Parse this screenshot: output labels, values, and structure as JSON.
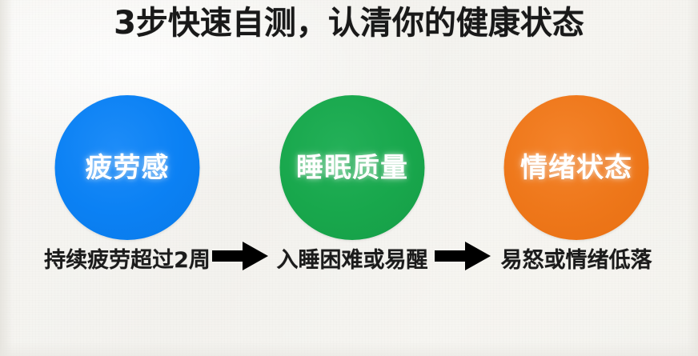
{
  "poster": {
    "title": "3步快速自测，认清你的健康状态",
    "background_color": "#f6f5f2",
    "title_color": "#191919"
  },
  "steps": [
    {
      "circle_label": "疲劳感",
      "caption": "持续疲劳超过2周",
      "color": "#0b81f4",
      "color_name": "blue"
    },
    {
      "circle_label": "睡眠质量",
      "caption": "入睡困难或易醒",
      "color": "#18a74c",
      "color_name": "green"
    },
    {
      "circle_label": "情绪状态",
      "caption": "易怒或情绪低落",
      "color": "#ee771a",
      "color_name": "orange"
    }
  ],
  "arrows": [
    {
      "icon": "arrow-right-icon",
      "color": "#000000"
    },
    {
      "icon": "arrow-right-icon",
      "color": "#000000"
    }
  ]
}
